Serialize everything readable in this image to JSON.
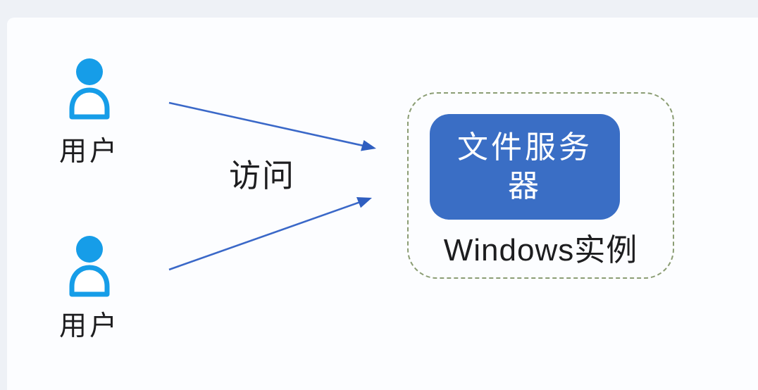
{
  "diagram": {
    "users": [
      {
        "label": "用户"
      },
      {
        "label": "用户"
      }
    ],
    "arrow_label": "访问",
    "server_group": {
      "server_label": "文件服务器",
      "instance_label": "Windows实例"
    },
    "icons": {
      "user_icon": "person-silhouette",
      "arrow_icon": "right-arrow"
    },
    "colors": {
      "user_icon_blue": "#169de8",
      "arrow_blue": "#3a68c8",
      "server_box_blue": "#3a6ec5",
      "server_box_text": "#ffffff",
      "group_border_green": "#8b9d74",
      "label_text": "#1d1d1f",
      "background": "#fcfdff"
    }
  }
}
